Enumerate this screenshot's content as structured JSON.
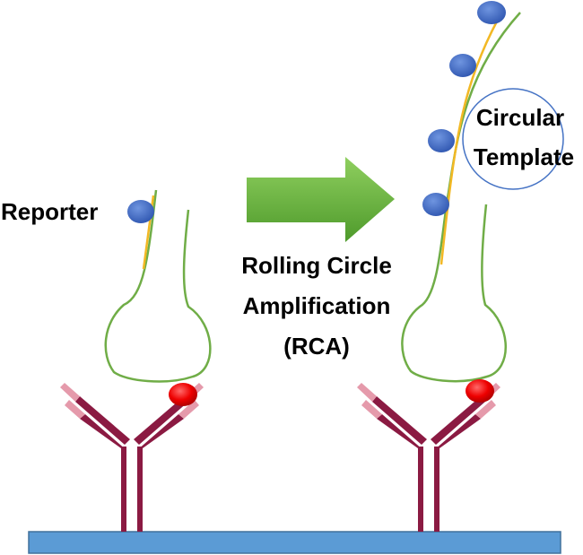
{
  "labels": {
    "reporter": "Reporter",
    "process_line1": "Rolling Circle",
    "process_line2": "Amplification",
    "process_line3": "(RCA)",
    "template_line1": "Circular",
    "template_line2": "Template"
  },
  "colors": {
    "surface": "#5b9bd5",
    "surface_stroke": "#41719c",
    "antibody_dark": "#8b1a42",
    "antibody_light": "#e59aab",
    "antigen": "#ff0000",
    "dna_strand": "#70ad47",
    "primer": "#f2b824",
    "reporter_dot": "#4472c4",
    "arrow": "#70ad47",
    "template_circle": "#4472c4"
  },
  "icons": {
    "surface": "solid-surface-bar",
    "antibody": "y-antibody-icon",
    "antigen": "red-antigen-dot",
    "reporter": "blue-reporter-dot",
    "arrow": "right-arrow-icon"
  }
}
